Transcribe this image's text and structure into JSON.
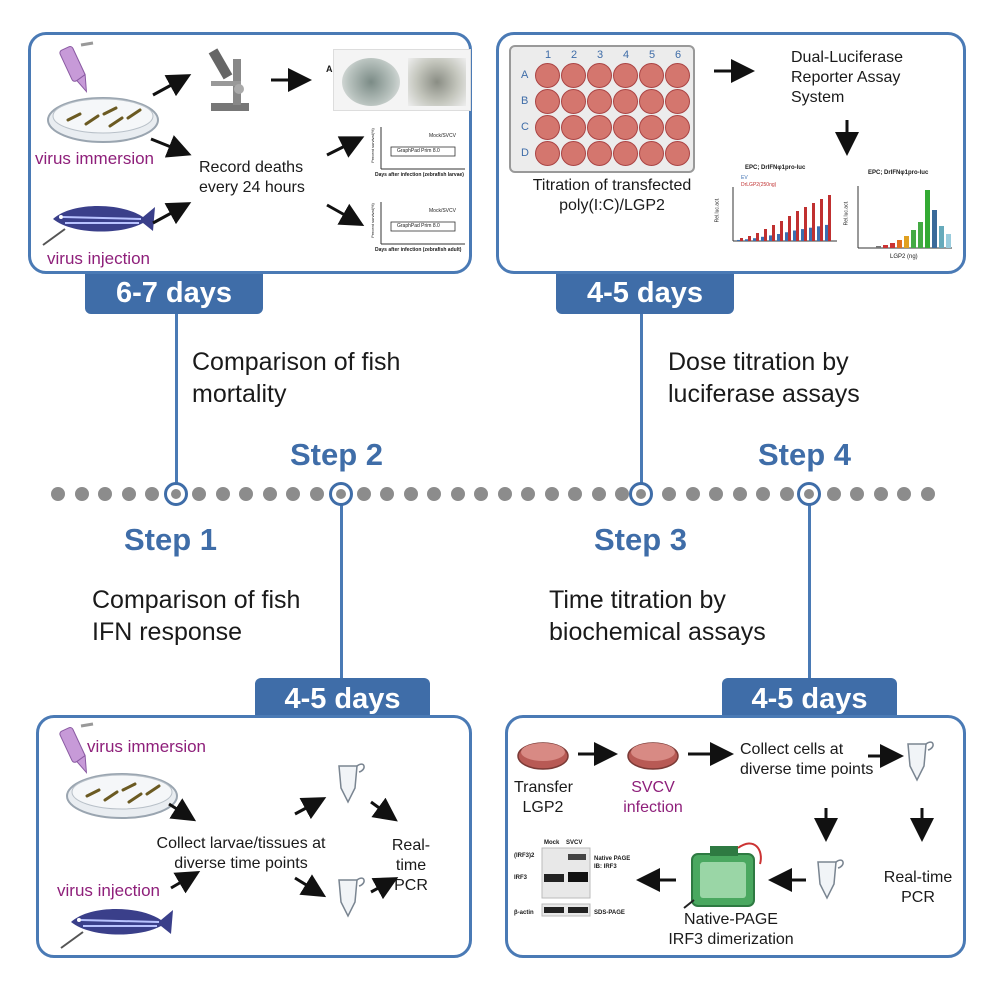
{
  "timeline": {
    "steps": [
      {
        "label": "Step 1",
        "caption_lines": [
          "Comparison of fish",
          "IFN response"
        ],
        "duration": "4-5 days"
      },
      {
        "label": "Step 2",
        "caption_lines": [
          "Comparison of fish",
          "mortality"
        ],
        "duration": "6-7 days"
      },
      {
        "label": "Step 3",
        "caption_lines": [
          "Time titration by",
          "biochemical assays"
        ],
        "duration": "4-5 days"
      },
      {
        "label": "Step 4",
        "caption_lines": [
          "Dose titration by",
          "luciferase assays"
        ],
        "duration": "4-5 days"
      }
    ]
  },
  "panel_step2": {
    "virus_immersion": "virus immersion",
    "virus_injection": "virus injection",
    "record_deaths_lines": [
      "Record deaths",
      "every 24 hours"
    ],
    "survival_ylabel": "Percent survival(%)",
    "survival_legend": [
      "Mock/SVCV"
    ],
    "survival_xlabel_larvae": "Days after infection (zebrafish larvae)",
    "survival_xlabel_adult": "Days after infection (zebrafish adult)",
    "graphpad": "GraphPad Prim 8.0",
    "micro_label": "A"
  },
  "panel_step4": {
    "plate_cols": [
      "1",
      "2",
      "3",
      "4",
      "5",
      "6"
    ],
    "plate_rows": [
      "A",
      "B",
      "C",
      "D"
    ],
    "reporter_lines": [
      "Dual-Luciferase",
      "Reporter Assay",
      "System"
    ],
    "titration_lines": [
      "Titration of transfected",
      "poly(I:C)/LGP2"
    ],
    "chart1_title": "EPC; DrIFNφ1pro-luc",
    "chart1_legend": [
      "EV",
      "DrLGP2(250ng)"
    ],
    "chart1_ylabel": "Rel.luc.act.",
    "chart2_title": "EPC; DrIFNφ1pro-luc",
    "chart2_xlabel": "LGP2 (ng)",
    "chart2_ylabel": "Rel.luc.act."
  },
  "panel_step1": {
    "virus_immersion": "virus immersion",
    "virus_injection": "virus injection",
    "collect_lines": [
      "Collect larvae/tissues at",
      "diverse time points"
    ],
    "pcr_lines": [
      "Real-time",
      "PCR"
    ]
  },
  "panel_step3": {
    "transfer_lines": [
      "Transfer",
      "LGP2"
    ],
    "svcv_lines": [
      "SVCV",
      "infection"
    ],
    "collect_lines": [
      "Collect cells at",
      "diverse time points"
    ],
    "pcr_lines": [
      "Real-time",
      "PCR"
    ],
    "native_lines": [
      "Native-PAGE",
      "IRF3 dimerization"
    ],
    "blot": {
      "lanes": [
        "Mock",
        "SVCV"
      ],
      "rows": [
        "(IRF3)2",
        "IRF3",
        "β-actin"
      ],
      "right_labels": [
        "Native PAGE",
        "IB: IRF3",
        "SDS-PAGE"
      ]
    }
  },
  "colors": {
    "accent": "#3f6da8",
    "purple_text": "#8e1f7a",
    "well": "#d4766e",
    "timeline_dot": "#8c8c8c"
  }
}
